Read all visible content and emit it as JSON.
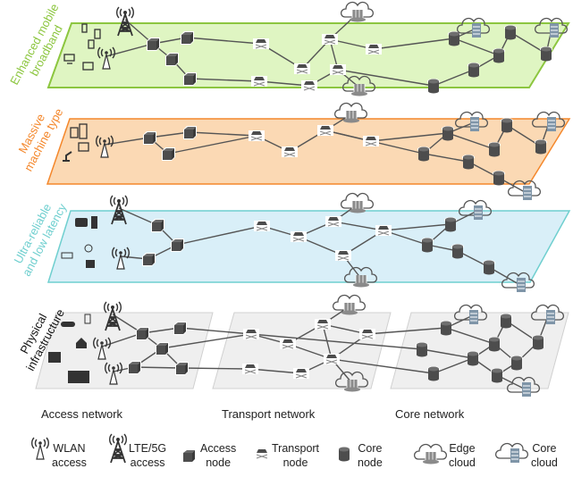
{
  "layers": [
    {
      "id": "embb",
      "label_line1": "Enhanced mobile",
      "label_line2": "broadband",
      "color": "#8cc63f",
      "fill": "#dff5c2"
    },
    {
      "id": "mmtc",
      "label_line1": "Massive",
      "label_line2": "machine type",
      "color": "#f4872b",
      "fill": "#fbd9b4"
    },
    {
      "id": "urllc",
      "label_line1": "Ultra-reliable",
      "label_line2": "and low latency",
      "color": "#6fcfcf",
      "fill": "#d9eff8"
    },
    {
      "id": "phys",
      "label_line1": "Physical",
      "label_line2": "infrastructure",
      "color": "#111111",
      "fill": "#efefef"
    }
  ],
  "regions": {
    "access": "Access network",
    "transport": "Transport network",
    "core": "Core network"
  },
  "legend": [
    {
      "icon": "wlan-access-icon",
      "line1": "WLAN",
      "line2": "access"
    },
    {
      "icon": "lte-5g-access-icon",
      "line1": "LTE/5G",
      "line2": "access"
    },
    {
      "icon": "access-node-icon",
      "line1": "Access",
      "line2": "node"
    },
    {
      "icon": "transport-node-icon",
      "line1": "Transport",
      "line2": "node"
    },
    {
      "icon": "core-node-icon",
      "line1": "Core",
      "line2": "node"
    },
    {
      "icon": "edge-cloud-icon",
      "line1": "Edge",
      "line2": "cloud"
    },
    {
      "icon": "core-cloud-icon",
      "line1": "Core",
      "line2": "cloud"
    }
  ],
  "colors": {
    "node": "#555555",
    "link": "#555555",
    "server": "#7f95a8"
  }
}
